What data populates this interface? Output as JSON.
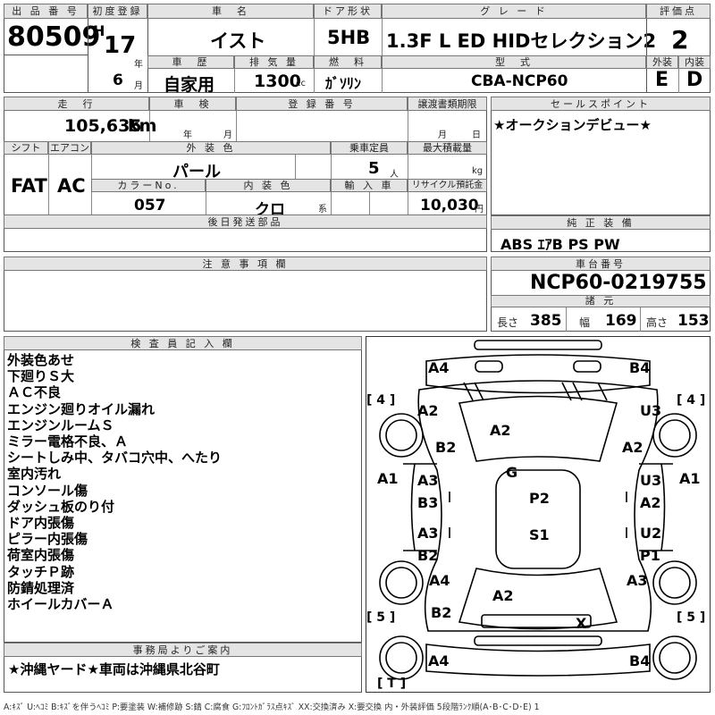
{
  "header": {
    "lot_no_label": "出 品 番 号",
    "lot_no": "80509",
    "first_reg_label": "初度登録",
    "era": "H",
    "year": "17",
    "year_unit": "年",
    "month": "6",
    "month_unit": "月",
    "car_name_label": "車　名",
    "car_name": "イスト",
    "door_label": "ドア形状",
    "door": "5HB",
    "grade_label": "グ レ ー ド",
    "grade": "1.3F L ED HIDセレクション2",
    "score_label": "評価点",
    "score": "2",
    "history_label": "車　歴",
    "history": "自家用",
    "displacement_label": "排 気 量",
    "displacement": "1300",
    "displacement_unit": "cc",
    "fuel_label": "燃　料",
    "fuel": "ｶﾞｿﾘﾝ",
    "model_label": "型　式",
    "model": "CBA-NCP60",
    "ext_label": "外装",
    "ext_grade": "E",
    "int_label": "内装",
    "int_grade": "D"
  },
  "row2": {
    "mileage_label": "走　行",
    "mileage": "105,635",
    "mileage_unit": "km",
    "inspection_label": "車　検",
    "insp_year": "年",
    "insp_month": "月",
    "reg_no_label": "登 録 番 号",
    "transfer_label": "譲渡書類期限",
    "transfer_month": "月",
    "transfer_day": "日",
    "shift_label": "シフト",
    "shift": "FAT",
    "ac_label": "エアコン",
    "ac": "AC",
    "color_label": "外 装 色",
    "color": "パール",
    "capacity_label": "乗車定員",
    "capacity": "5",
    "capacity_unit": "人",
    "load_label": "最大積載量",
    "load_unit": "kg",
    "color_no_label": "カラーNo.",
    "color_no": "057",
    "interior_label": "内 装 色",
    "interior": "クロ",
    "interior_unit": "系",
    "import_label": "輸 入 車",
    "recycle_label": "リサイクル預託金",
    "recycle": "10,030",
    "recycle_unit": "円",
    "later_parts_label": "後日発送部品",
    "notes_label": "注 意 事 項 欄"
  },
  "sales": {
    "label": "セールスポイント",
    "text": "★オークションデビュー★",
    "equip_label": "純 正 装 備",
    "equip": "ABS ｴｱB PS PW",
    "chassis_label": "車台番号",
    "chassis": "NCP60-0219755",
    "spec_label": "諸 元",
    "length_label": "長さ",
    "length": "385",
    "width_label": "幅",
    "width": "169",
    "height_label": "高さ",
    "height": "153"
  },
  "inspector": {
    "label": "検 査 員 記 入 欄",
    "lines": [
      "外装色あせ",
      "下廻りＳ大",
      "ＡＣ不良",
      "エンジン廻りオイル漏れ",
      "エンジンルームＳ",
      "ミラー電格不良、Ａ",
      "シートしみ中、タバコ穴中、へたり",
      "室内汚れ",
      "コンソール傷",
      "ダッシュ板のり付",
      "ドア内張傷",
      "ピラー内張傷",
      "荷室内張傷",
      "タッチＰ跡",
      "防錆処理済",
      "ホイールカバーＡ"
    ]
  },
  "office": {
    "label": "事務局よりご案内",
    "text": "★沖縄ヤード★車両は沖縄県北谷町"
  },
  "diagram": {
    "marks": [
      "A4",
      "B4",
      "A2",
      "U3",
      "B2",
      "A2",
      "A2",
      "G",
      "A1",
      "A1",
      "A3",
      "U3",
      "B3",
      "A2",
      "P2",
      "A3",
      "U2",
      "S1",
      "B2",
      "P1",
      "A4",
      "A3",
      "A2",
      "B2",
      "X",
      "A4",
      "B4"
    ],
    "brackets": [
      "[ 4 ]",
      "[ 4 ]",
      "[ 5 ]",
      "[ 5 ]",
      "[ T ]"
    ]
  },
  "legend": "A:ｷｽﾞ U:ﾍｺﾐ B:ｷｽﾞを伴うﾍｺﾐ P:要塗装 W:補修跡 S:錆 C:腐食 G:ﾌﾛﾝﾄｶﾞﾗｽ点ｷｽﾞ XX:交換済み X:要交換 内・外装評価 5段階ﾗﾝｸ順(A･B･C･D･E) 1"
}
